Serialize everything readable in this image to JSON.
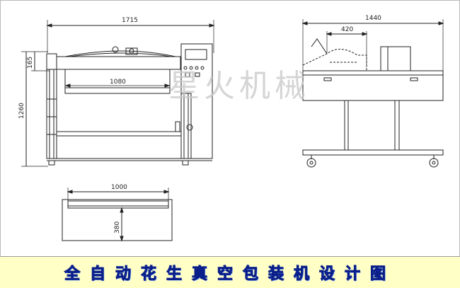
{
  "drawing": {
    "front_view": {
      "overall_width": "1715",
      "height": "1260",
      "top_height": "165",
      "chamber_width": "1080"
    },
    "side_view": {
      "overall_width": "1440",
      "lid_depth": "420"
    },
    "top_view": {
      "width": "1000",
      "depth": "380"
    },
    "watermark": "星火机械"
  },
  "banner": {
    "title": "全自动花生真空包装机设计图",
    "background": "#ffffc6",
    "text_color": "#1a4fd6"
  }
}
